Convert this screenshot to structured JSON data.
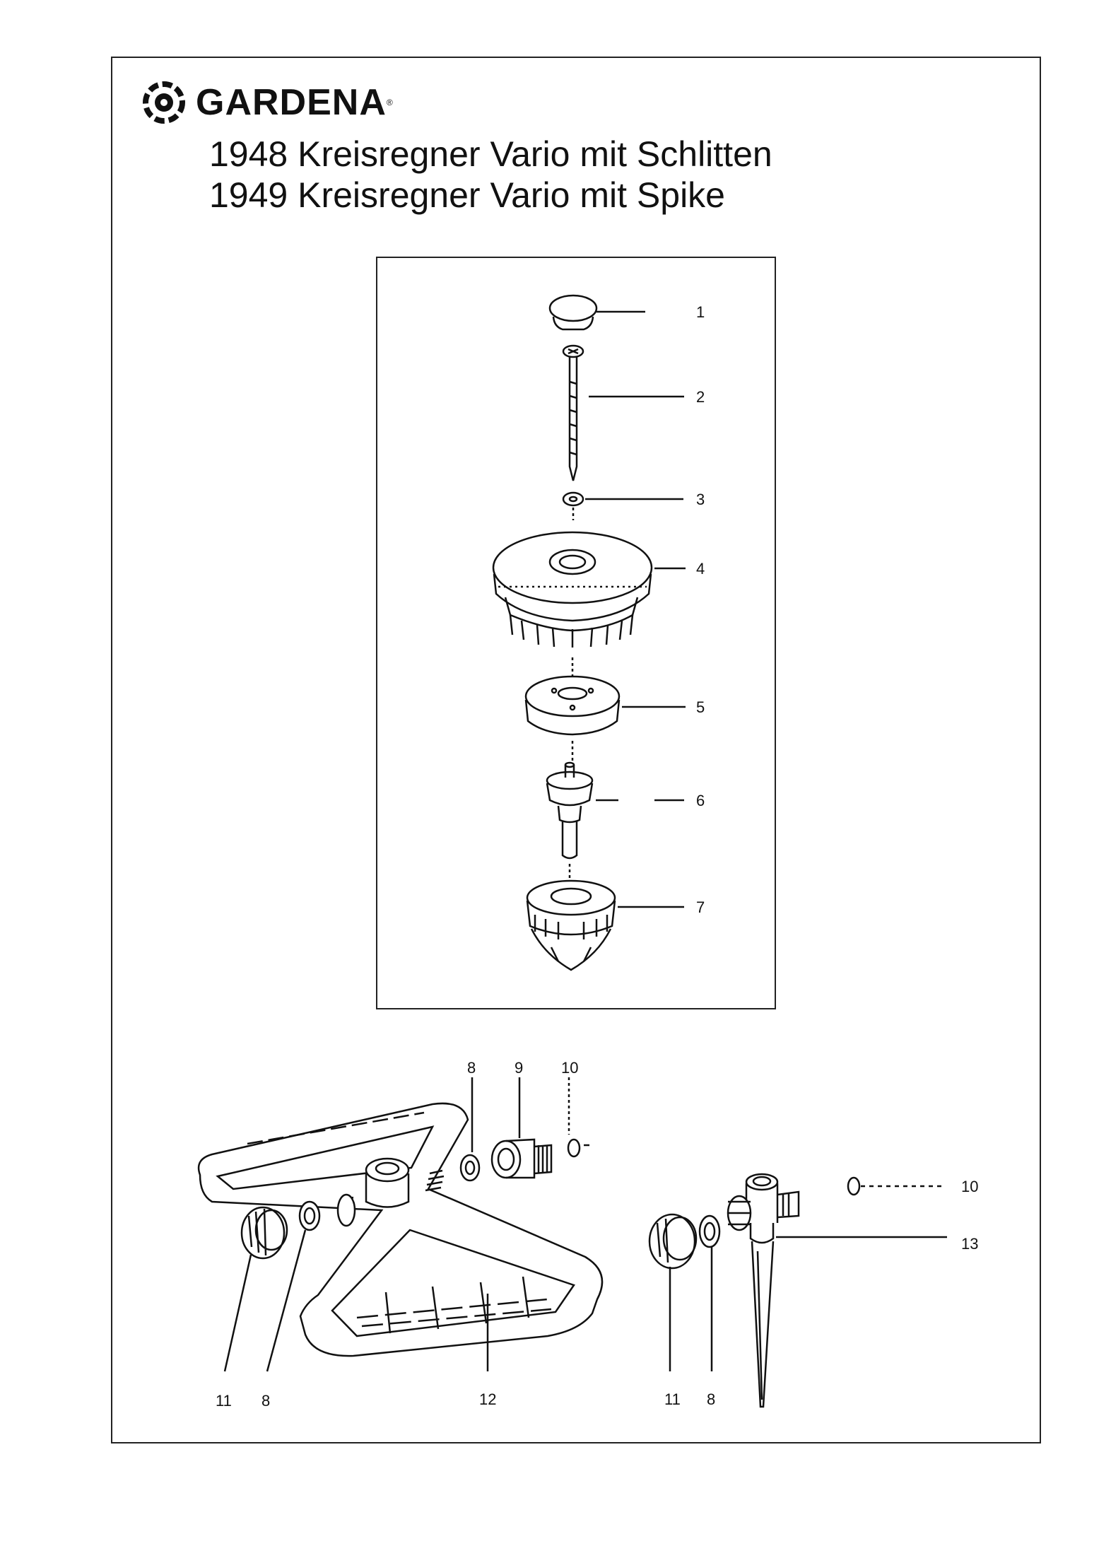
{
  "brand": {
    "name": "GARDENA",
    "reg": "®"
  },
  "titles": [
    "1948 Kreisregner Vario mit Schlitten",
    "1949 Kreisregner Vario mit Spike"
  ],
  "callouts": {
    "p1": "1",
    "p2": "2",
    "p3": "3",
    "p4": "4",
    "p5": "5",
    "p6": "6",
    "p7": "7",
    "top8": "8",
    "top9": "9",
    "top10": "10",
    "right10": "10",
    "right13": "13",
    "bl11": "11",
    "bl8": "8",
    "b12": "12",
    "br11": "11",
    "br8": "8"
  }
}
